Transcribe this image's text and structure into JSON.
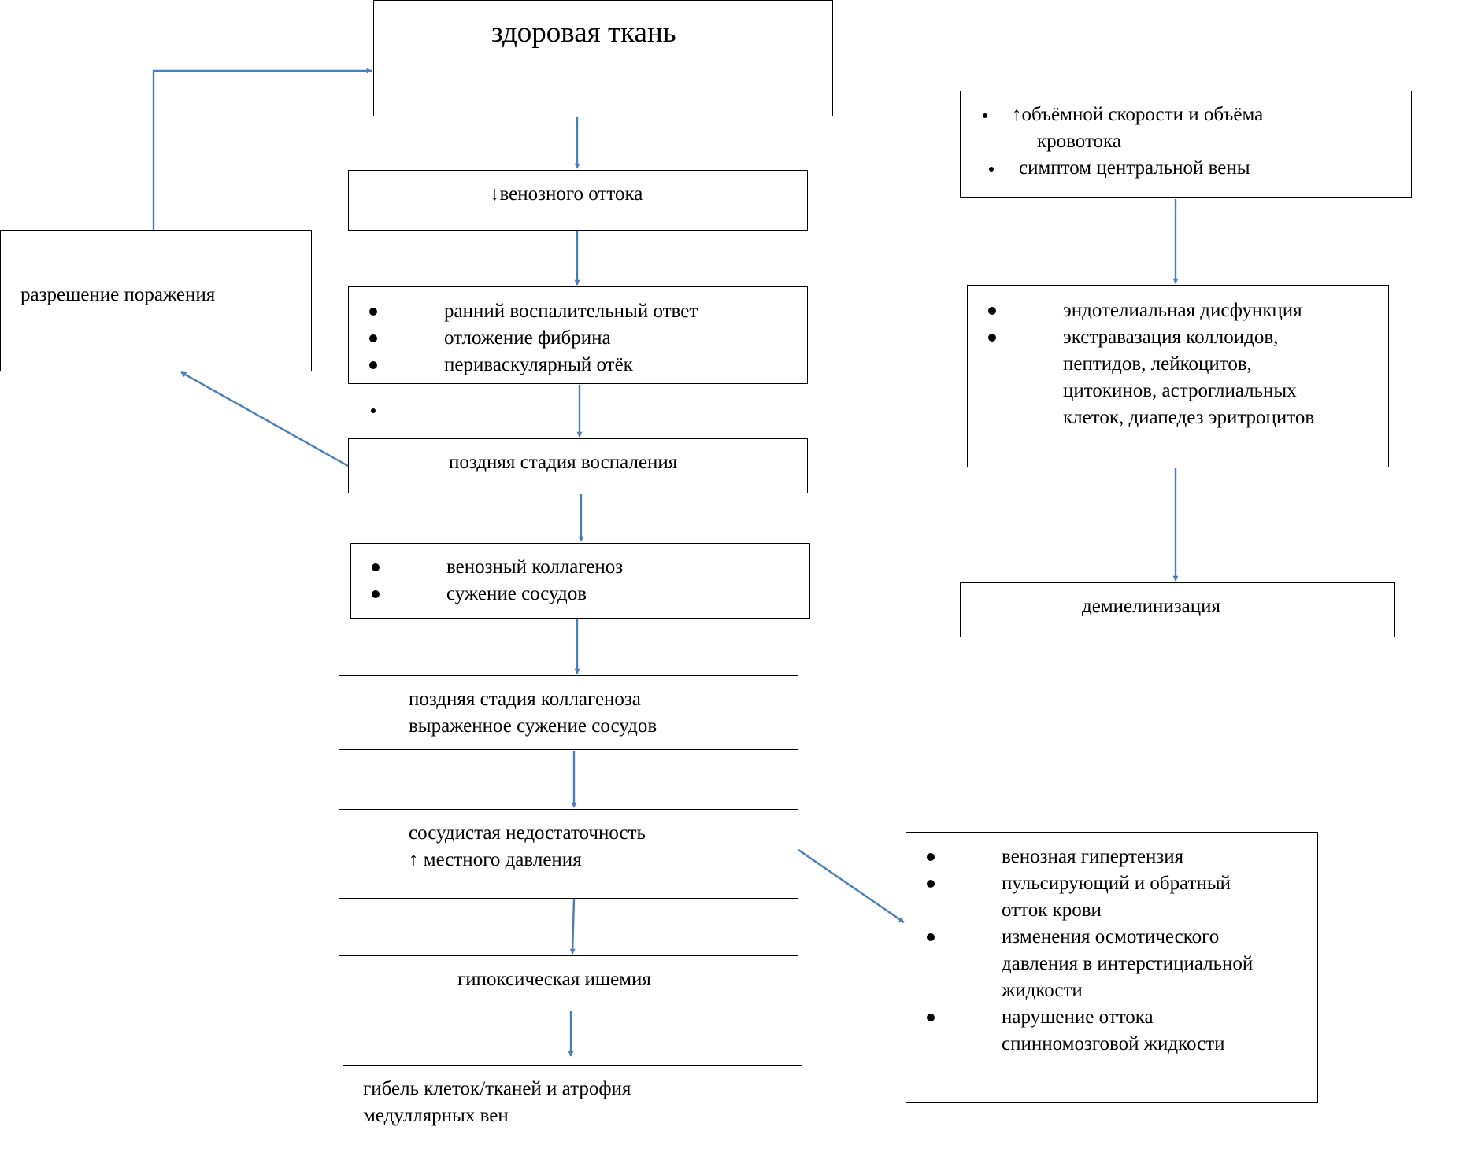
{
  "nodes": {
    "healthy_tissue": "здоровая ткань",
    "venous_outflow": "↓венозного оттока",
    "resolution": "разрешение поражения",
    "early_inflammation": [
      "ранний воспалительный ответ",
      "отложение фибрина",
      "периваскулярный отёк"
    ],
    "late_inflammation": "поздняя стадия воспаления",
    "venous_collagenosis": [
      "венозный коллагеноз",
      "сужение сосудов"
    ],
    "late_collagenosis": [
      "поздняя стадия коллагеноза",
      "выраженное сужение сосудов"
    ],
    "vascular_insufficiency": [
      "сосудистая недостаточность",
      "↑ местного давления"
    ],
    "hypoxic_ischemia": "гипоксическая ишемия",
    "cell_death": [
      "гибель клеток/тканей и атрофия",
      "медуллярных вен"
    ],
    "blood_flow": [
      "↑объёмной скорости и объёма",
      "кровотока",
      "симптом центральной вены"
    ],
    "endothelial": [
      "эндотелиальная дисфункция",
      "экстравазация коллоидов,",
      "пептидов, лейкоцитов,",
      "цитокинов, астроглиальных",
      "клеток, диапедез эритроцитов"
    ],
    "demyelination": "демиелинизация",
    "venous_hypertension": [
      "венозная гипертензия",
      "пульсирующий и обратный",
      "отток крови",
      "изменения осмотического",
      "давления в интерстициальной",
      "жидкости",
      "нарушение оттока",
      "спинномозговой жидкости"
    ]
  },
  "colors": {
    "arrow": "#4a7ebb",
    "border": "#000000"
  }
}
